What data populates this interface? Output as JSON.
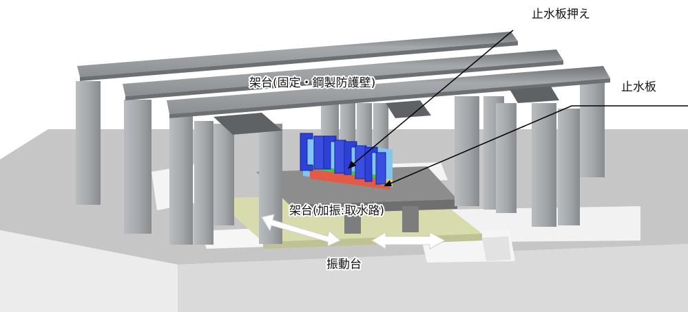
{
  "labels": {
    "water_stop_press": "止水板押え",
    "frame_fixed": "架台(固定・鋼製防護壁)",
    "water_stop": "止水板",
    "frame_excitation": "架台(加振:取水路)",
    "shaking_table": "振動台"
  },
  "colors": {
    "floor_top": "#c4c4c4",
    "floor_front": "#ededed",
    "floor_side": "#d6d6d6",
    "pit": "#ffffff",
    "beam": "#8f9396",
    "column": "#a8acaf",
    "shaking_table": "#d9dcae",
    "press_blue": "#2c3fd8",
    "water_stop_cyan": "#7fc4ee",
    "arrow_fill": "#ffffff"
  }
}
